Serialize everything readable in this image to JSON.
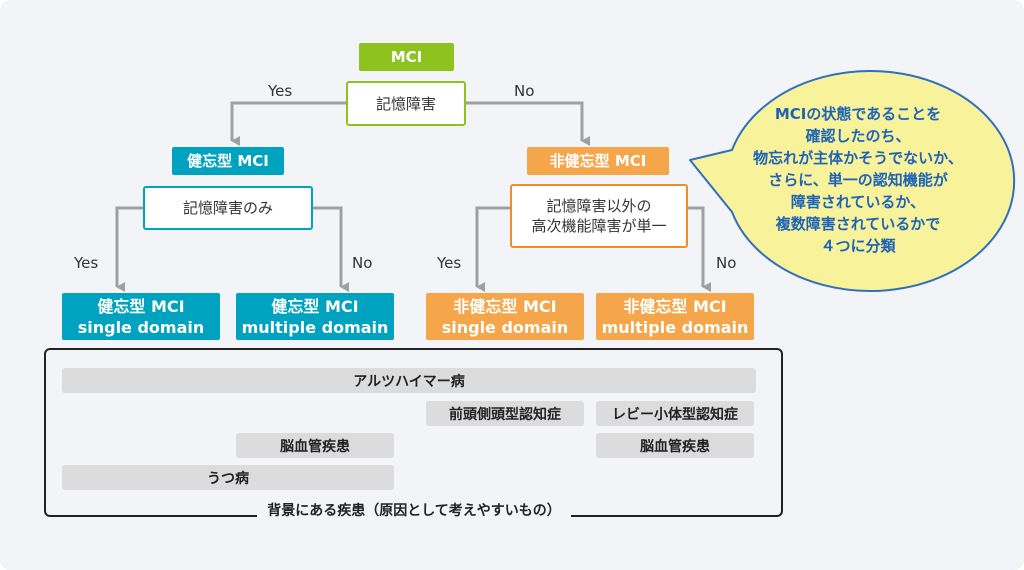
{
  "root": {
    "label": "MCI"
  },
  "q_memory": {
    "label": "記憶障害"
  },
  "branch_yes": "Yes",
  "branch_no": "No",
  "amnestic": {
    "label": "健忘型 MCI"
  },
  "non_amnestic": {
    "label": "非健忘型 MCI"
  },
  "q_memory_only": {
    "label": "記憶障害のみ"
  },
  "q_single_other": {
    "line1": "記憶障害以外の",
    "line2": "高次機能障害が単一"
  },
  "leaves": [
    {
      "line1": "健忘型 MCI",
      "line2": "single domain"
    },
    {
      "line1": "健忘型 MCI",
      "line2": "multiple domain"
    },
    {
      "line1": "非健忘型 MCI",
      "line2": "single domain"
    },
    {
      "line1": "非健忘型 MCI",
      "line2": "multiple domain"
    }
  ],
  "diseases": {
    "alzheimer": "アルツハイマー病",
    "ftd": "前頭側頭型認知症",
    "dlb": "レビー小体型認知症",
    "vascular": "脳血管疾患",
    "depression": "うつ病"
  },
  "caption": "背景にある疾患（原因として考えやすいもの）",
  "bubble": [
    "MCIの状態であることを",
    "確認したのち、",
    "物忘れが主体かそうでないか、",
    "さらに、単一の認知機能が",
    "障害されているか、",
    "複数障害されているかで",
    "４つに分類"
  ],
  "colors": {
    "green": "#8dc21f",
    "teal": "#00a3bf",
    "orange": "#f5a64a",
    "connector": "#a0a0a0",
    "bubble_fill": "#f8f29a",
    "bubble_text": "#1e63b8"
  }
}
